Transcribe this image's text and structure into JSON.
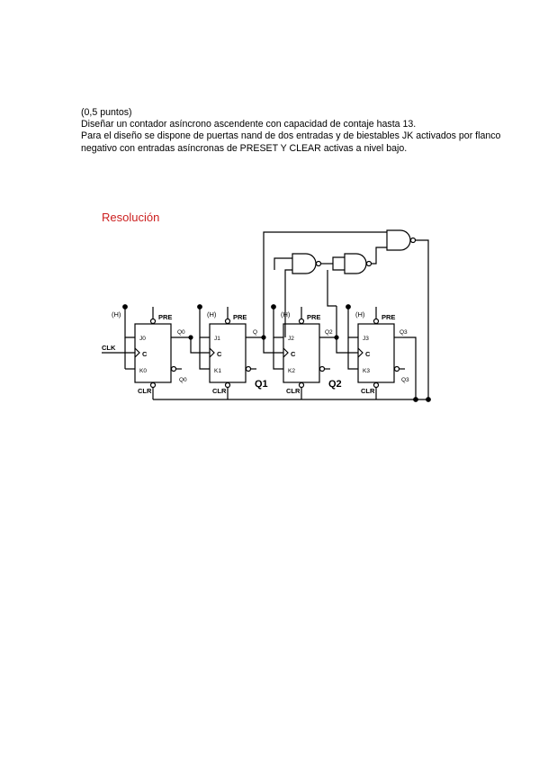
{
  "problem": {
    "points": "(0,5 puntos)",
    "line1": "Diseñar un contador asíncrono ascendente con capacidad de contaje hasta 13.",
    "line2": "Para el diseño se dispone de puertas nand de dos entradas y de biestables JK activados por flanco",
    "line3": "negativo con entradas asíncronas de PRESET Y CLEAR  activas a nivel bajo."
  },
  "resolution": {
    "title": "Resolución",
    "title_color": "#cc1f1f"
  },
  "circuit": {
    "clk_label": "CLK",
    "high_label": "(H)",
    "pre_label": "PRE",
    "clr_label": "CLR",
    "clock_label": "C",
    "flipflops": [
      {
        "j": "J0",
        "k": "K0",
        "q": "Q0",
        "qn": "Q0"
      },
      {
        "j": "J1",
        "k": "K1",
        "q": "Q",
        "qn": ""
      },
      {
        "j": "J2",
        "k": "K2",
        "q": "Q2",
        "qn": ""
      },
      {
        "j": "J3",
        "k": "K3",
        "q": "Q3",
        "qn": "Q3"
      }
    ],
    "big_labels": [
      "Q1",
      "Q2"
    ]
  }
}
